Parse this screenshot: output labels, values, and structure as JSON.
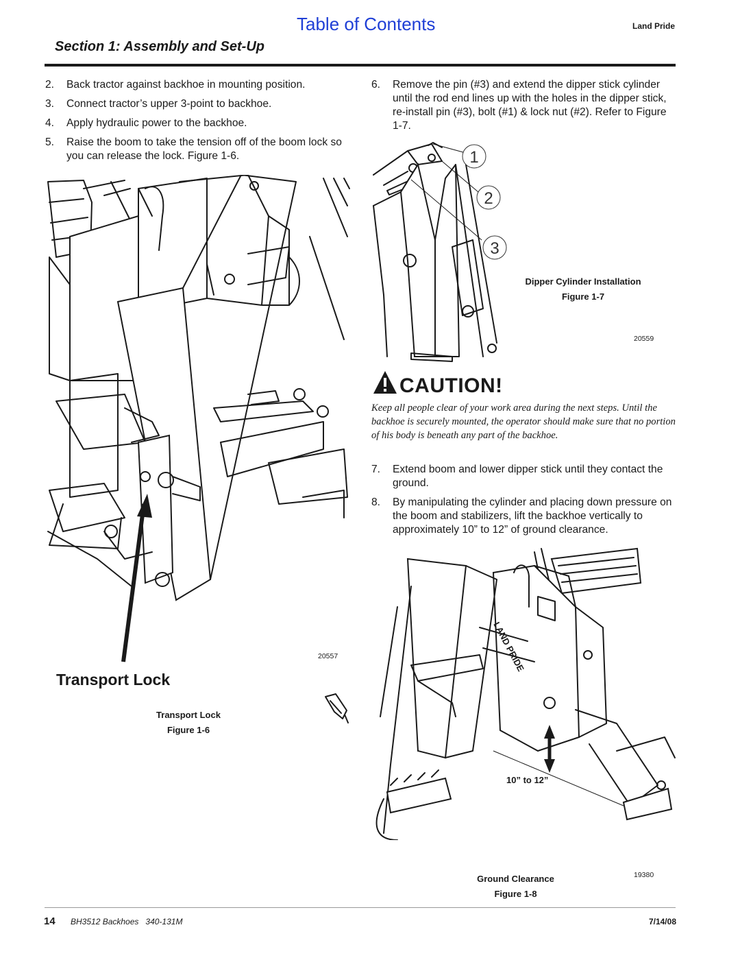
{
  "header": {
    "toc_link": "Table of Contents",
    "brand": "Land Pride",
    "section_title": "Section 1: Assembly and Set-Up"
  },
  "left_steps": [
    {
      "num": "2.",
      "text": "Back tractor against backhoe in mounting position."
    },
    {
      "num": "3.",
      "text": "Connect tractor’s upper 3-point to backhoe."
    },
    {
      "num": "4.",
      "text": "Apply hydraulic power to the backhoe."
    },
    {
      "num": "5.",
      "text": "Raise the boom to take the tension off of the boom lock so you can release the lock. Figure 1-6."
    }
  ],
  "right_steps_top": [
    {
      "num": "6.",
      "text": "Remove the pin (#3) and extend the dipper stick cylinder until the rod end lines up with the holes in the dipper stick, re-install pin (#3), bolt (#1) & lock nut (#2). Refer to Figure 1-7."
    }
  ],
  "figure_1_6": {
    "part_number": "20557",
    "heading": "Transport Lock",
    "caption_title": "Transport Lock",
    "caption_label": "Figure 1-6"
  },
  "figure_1_7": {
    "callouts": [
      "1",
      "2",
      "3"
    ],
    "caption_title": "Dipper Cylinder Installation",
    "caption_label": "Figure 1-7",
    "part_number": "20559"
  },
  "caution": {
    "title": "CAUTION!",
    "icon": "warning-exclamation-icon",
    "text": "Keep all people clear of your work area during the next steps. Until the backhoe is securely mounted, the operator should make sure that no portion of his body is beneath any part of the backhoe."
  },
  "right_steps_mid": [
    {
      "num": "7.",
      "text": "Extend boom and lower dipper stick until they contact the ground."
    },
    {
      "num": "8.",
      "text": "By manipulating the cylinder and placing down pressure on the boom and stabilizers, lift the backhoe vertically to approximately 10” to 12” of ground clearance."
    }
  ],
  "figure_1_8": {
    "dimension_label": "10” to 12”",
    "decal_text": "LAND PRIDE",
    "caption_title": "Ground Clearance",
    "caption_label": "Figure 1-8",
    "part_number": "19380"
  },
  "footer": {
    "page_number": "14",
    "doc_title": "BH3512 Backhoes   340-131M",
    "date": "7/14/08"
  }
}
